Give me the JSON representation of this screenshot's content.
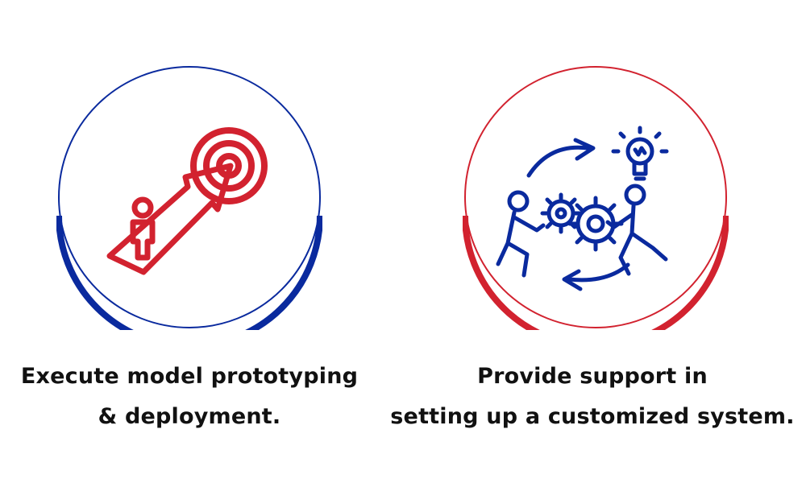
{
  "colors": {
    "red": "#d2222f",
    "blue": "#0a2a9e",
    "text": "#111111",
    "background": "#ffffff"
  },
  "cards": [
    {
      "icon": "target-arrow-growth-icon",
      "caption_lines": [
        "Execute model prototyping",
        "& deployment."
      ]
    },
    {
      "icon": "teamwork-gears-idea-icon",
      "caption_lines": [
        "Provide support in",
        "setting up a customized system."
      ]
    }
  ]
}
